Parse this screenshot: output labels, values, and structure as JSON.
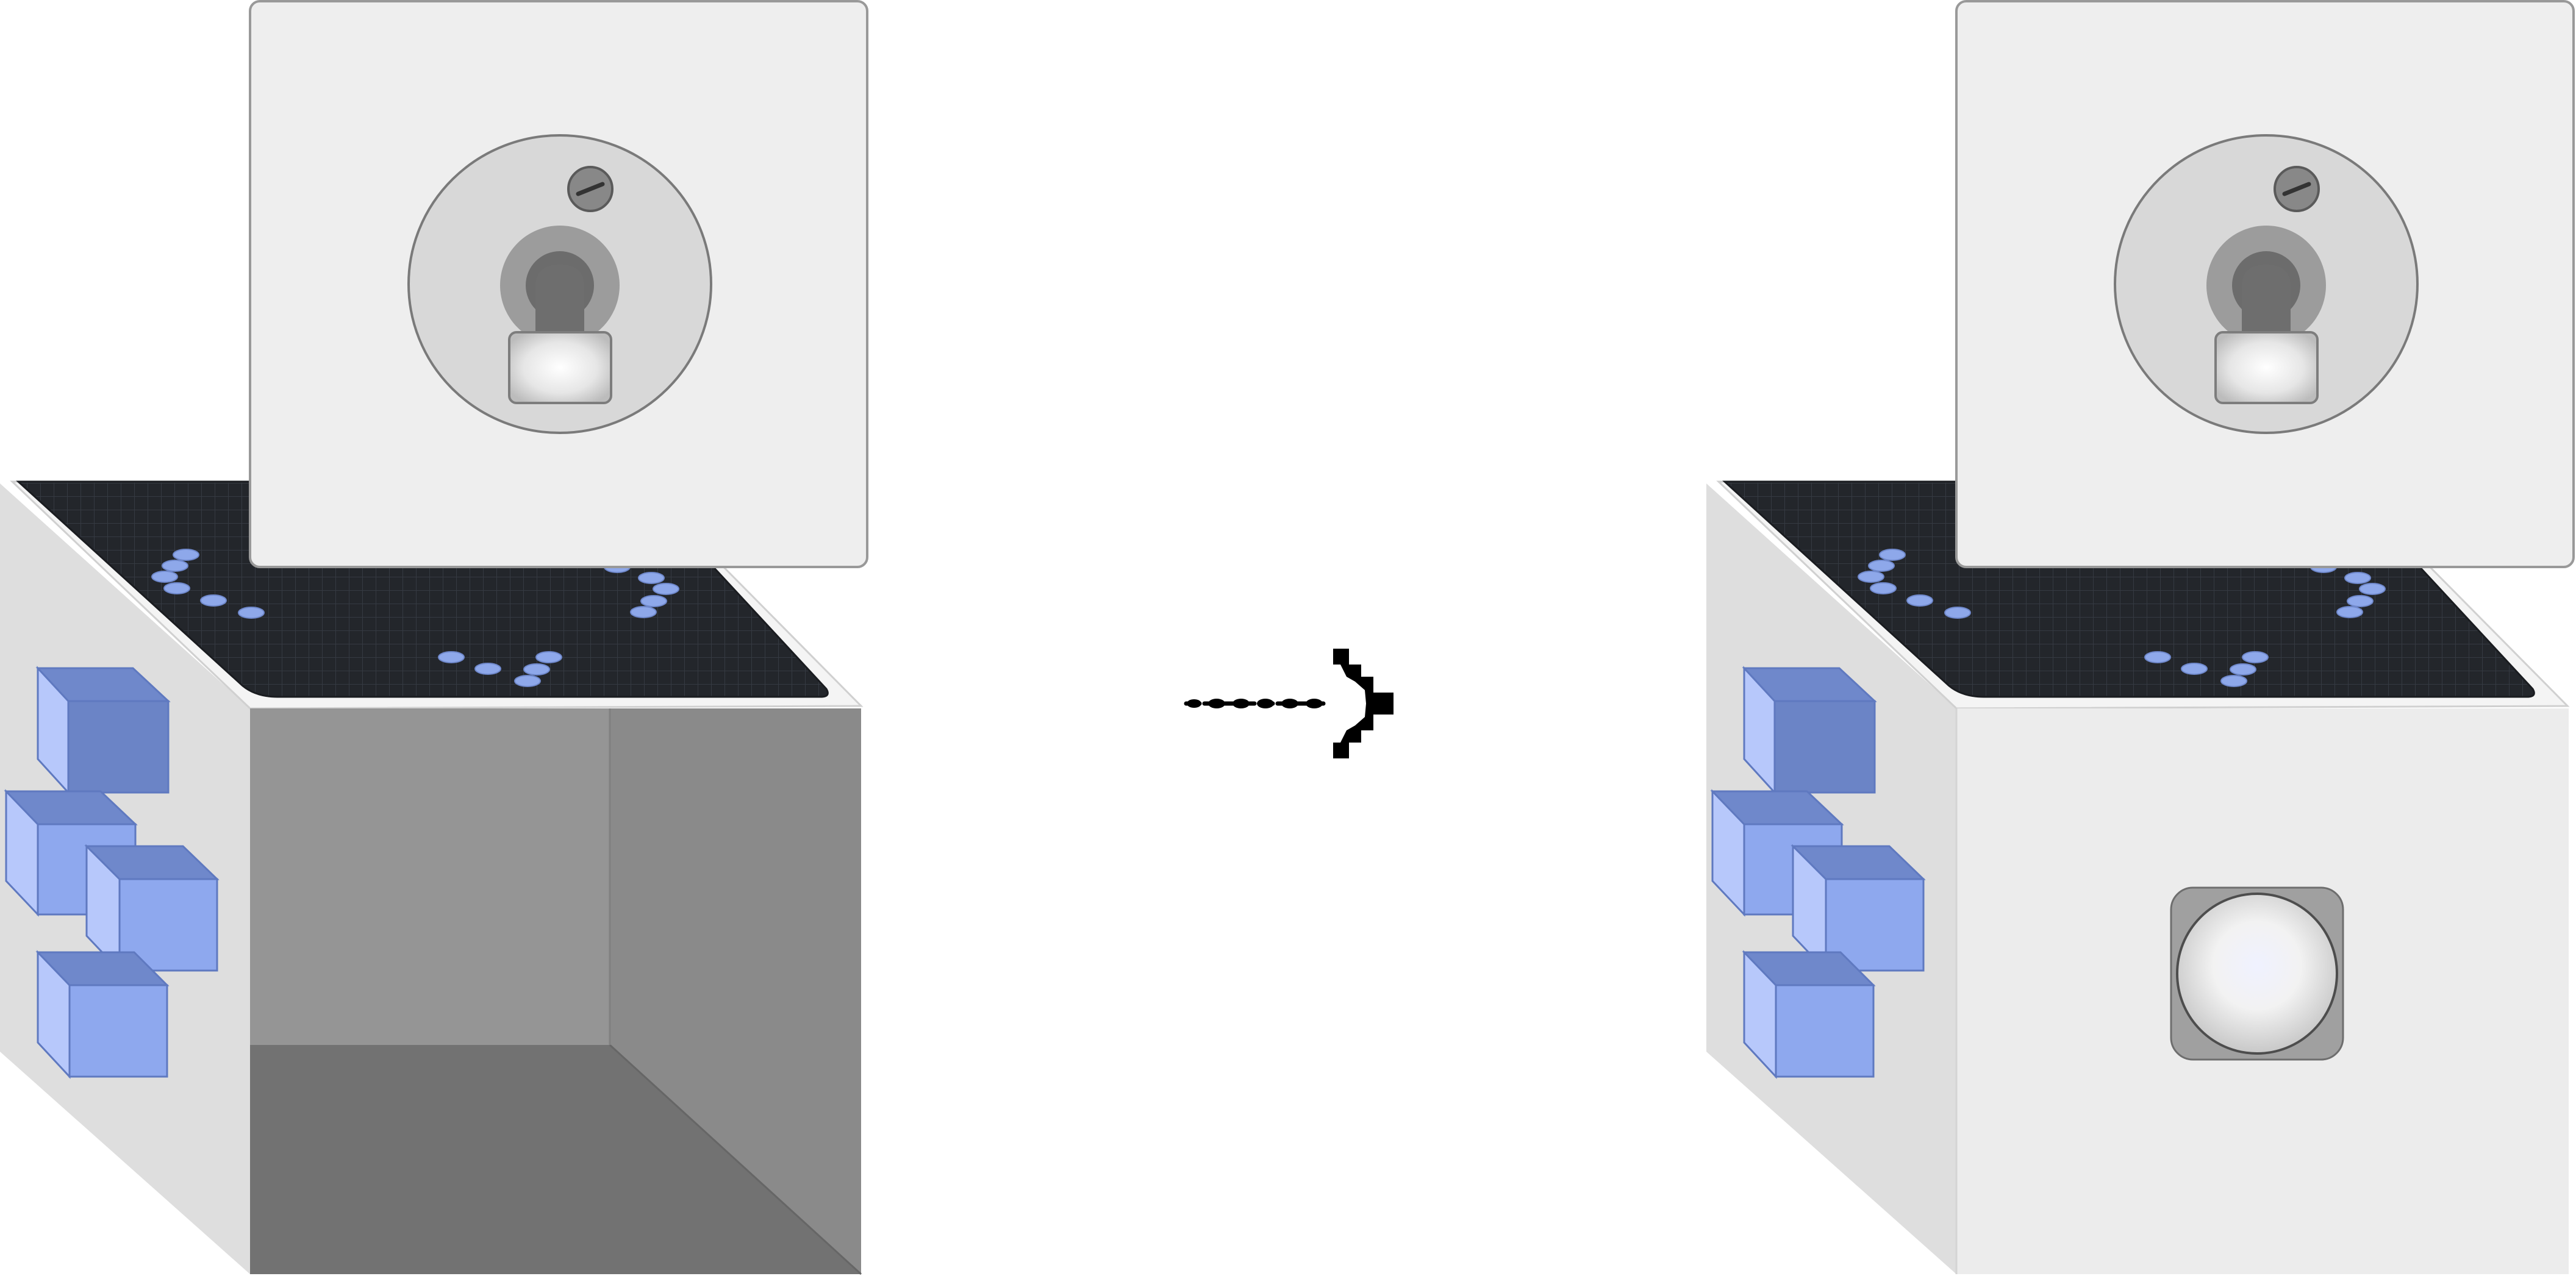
{
  "colors": {
    "background": "#ffffff",
    "panel_fill": "#eeeeee",
    "panel_border": "#999999",
    "lock_dial_fill": "#d8d8d8",
    "lock_dial_border": "#7a7a7a",
    "top_surface": "#23262b",
    "top_dots": "#8ea8ea",
    "cube_front": "#6b84c6",
    "cube_top": "#6f88cb",
    "cube_side": "#b7c8fb",
    "cube_front_light": "#8ea8ee",
    "side_face": "#dedede",
    "front_face_closed": "#ececec",
    "opening_back": "#959595",
    "opening_right": "#8a8a8a",
    "opening_floor": "#727272",
    "button_bezel": "#a0a0a0",
    "arrow": "#000000"
  },
  "scenes": [
    {
      "id": "before",
      "state": "open",
      "lock": "locked"
    },
    {
      "id": "after",
      "state": "closed",
      "lock": "locked"
    }
  ],
  "icons": {
    "transition_arrow": "dashed-squiggle-arrow-icon",
    "padlock": "padlock-icon",
    "screw": "screw-icon",
    "button": "round-push-button-icon",
    "cube": "cube-icon"
  }
}
